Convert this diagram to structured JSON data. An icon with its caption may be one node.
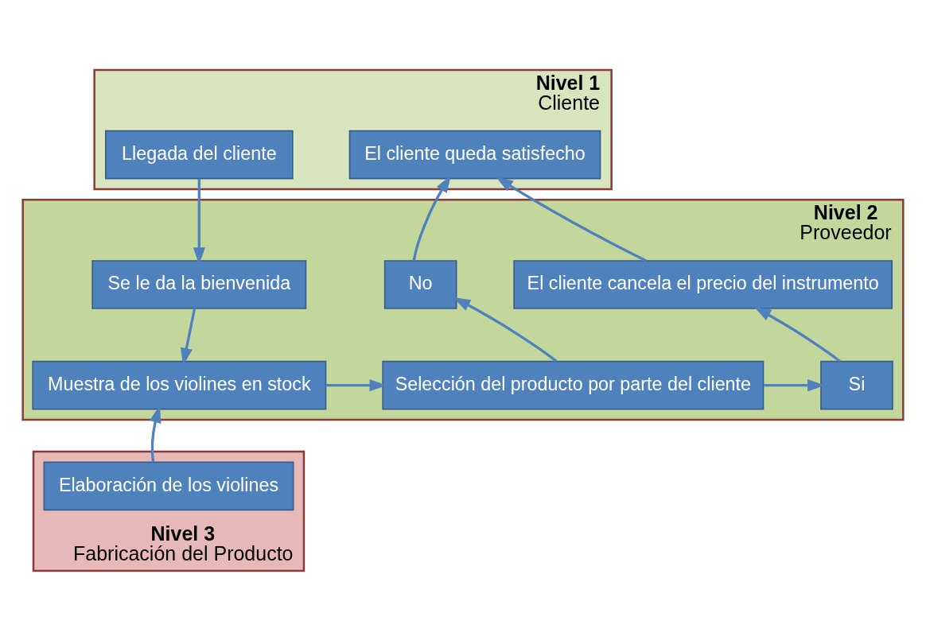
{
  "diagram": {
    "nodes": [
      {
        "text": [
          "Nivel 1",
          "Cliente"
        ]
      },
      {
        "text": [
          "Llegada del cliente"
        ],
        "in": 0
      },
      {
        "text": [
          "El cliente queda satisfecho"
        ],
        "in": 0
      },
      {
        "text": [
          "Nivel 2",
          "Proveedor"
        ]
      },
      {
        "text": [
          "Se le da la bienvenida"
        ],
        "in": 3
      },
      {
        "text": [
          "No"
        ],
        "in": 3
      },
      {
        "text": [
          "El cliente cancela el precio del instrumento"
        ],
        "in": 3
      },
      {
        "text": [
          "Muestra de los violines en stock"
        ],
        "in": 3
      },
      {
        "text": [
          "Selección del producto por parte del cliente"
        ],
        "in": 3
      },
      {
        "text": [
          "Si"
        ],
        "in": 3
      },
      {
        "text": [
          "Nivel 3",
          "Fabricación del Producto"
        ]
      },
      {
        "text": [
          "Elaboración de los violines"
        ],
        "in": 10
      }
    ],
    "edges": [
      {
        "from": 1,
        "to": 4,
        "arrow": "to"
      },
      {
        "from": 4,
        "to": 7,
        "arrow": "to"
      },
      {
        "from": 7,
        "to": 8,
        "arrow": "to"
      },
      {
        "from": 8,
        "to": 5,
        "arrow": "to"
      },
      {
        "from": 5,
        "to": 2,
        "arrow": "to"
      },
      {
        "from": 8,
        "to": 9,
        "arrow": "to"
      },
      {
        "from": 9,
        "to": 6,
        "arrow": "to"
      },
      {
        "from": 6,
        "to": 2,
        "arrow": "to"
      },
      {
        "from": 11,
        "to": 7,
        "arrow": "to"
      }
    ]
  }
}
